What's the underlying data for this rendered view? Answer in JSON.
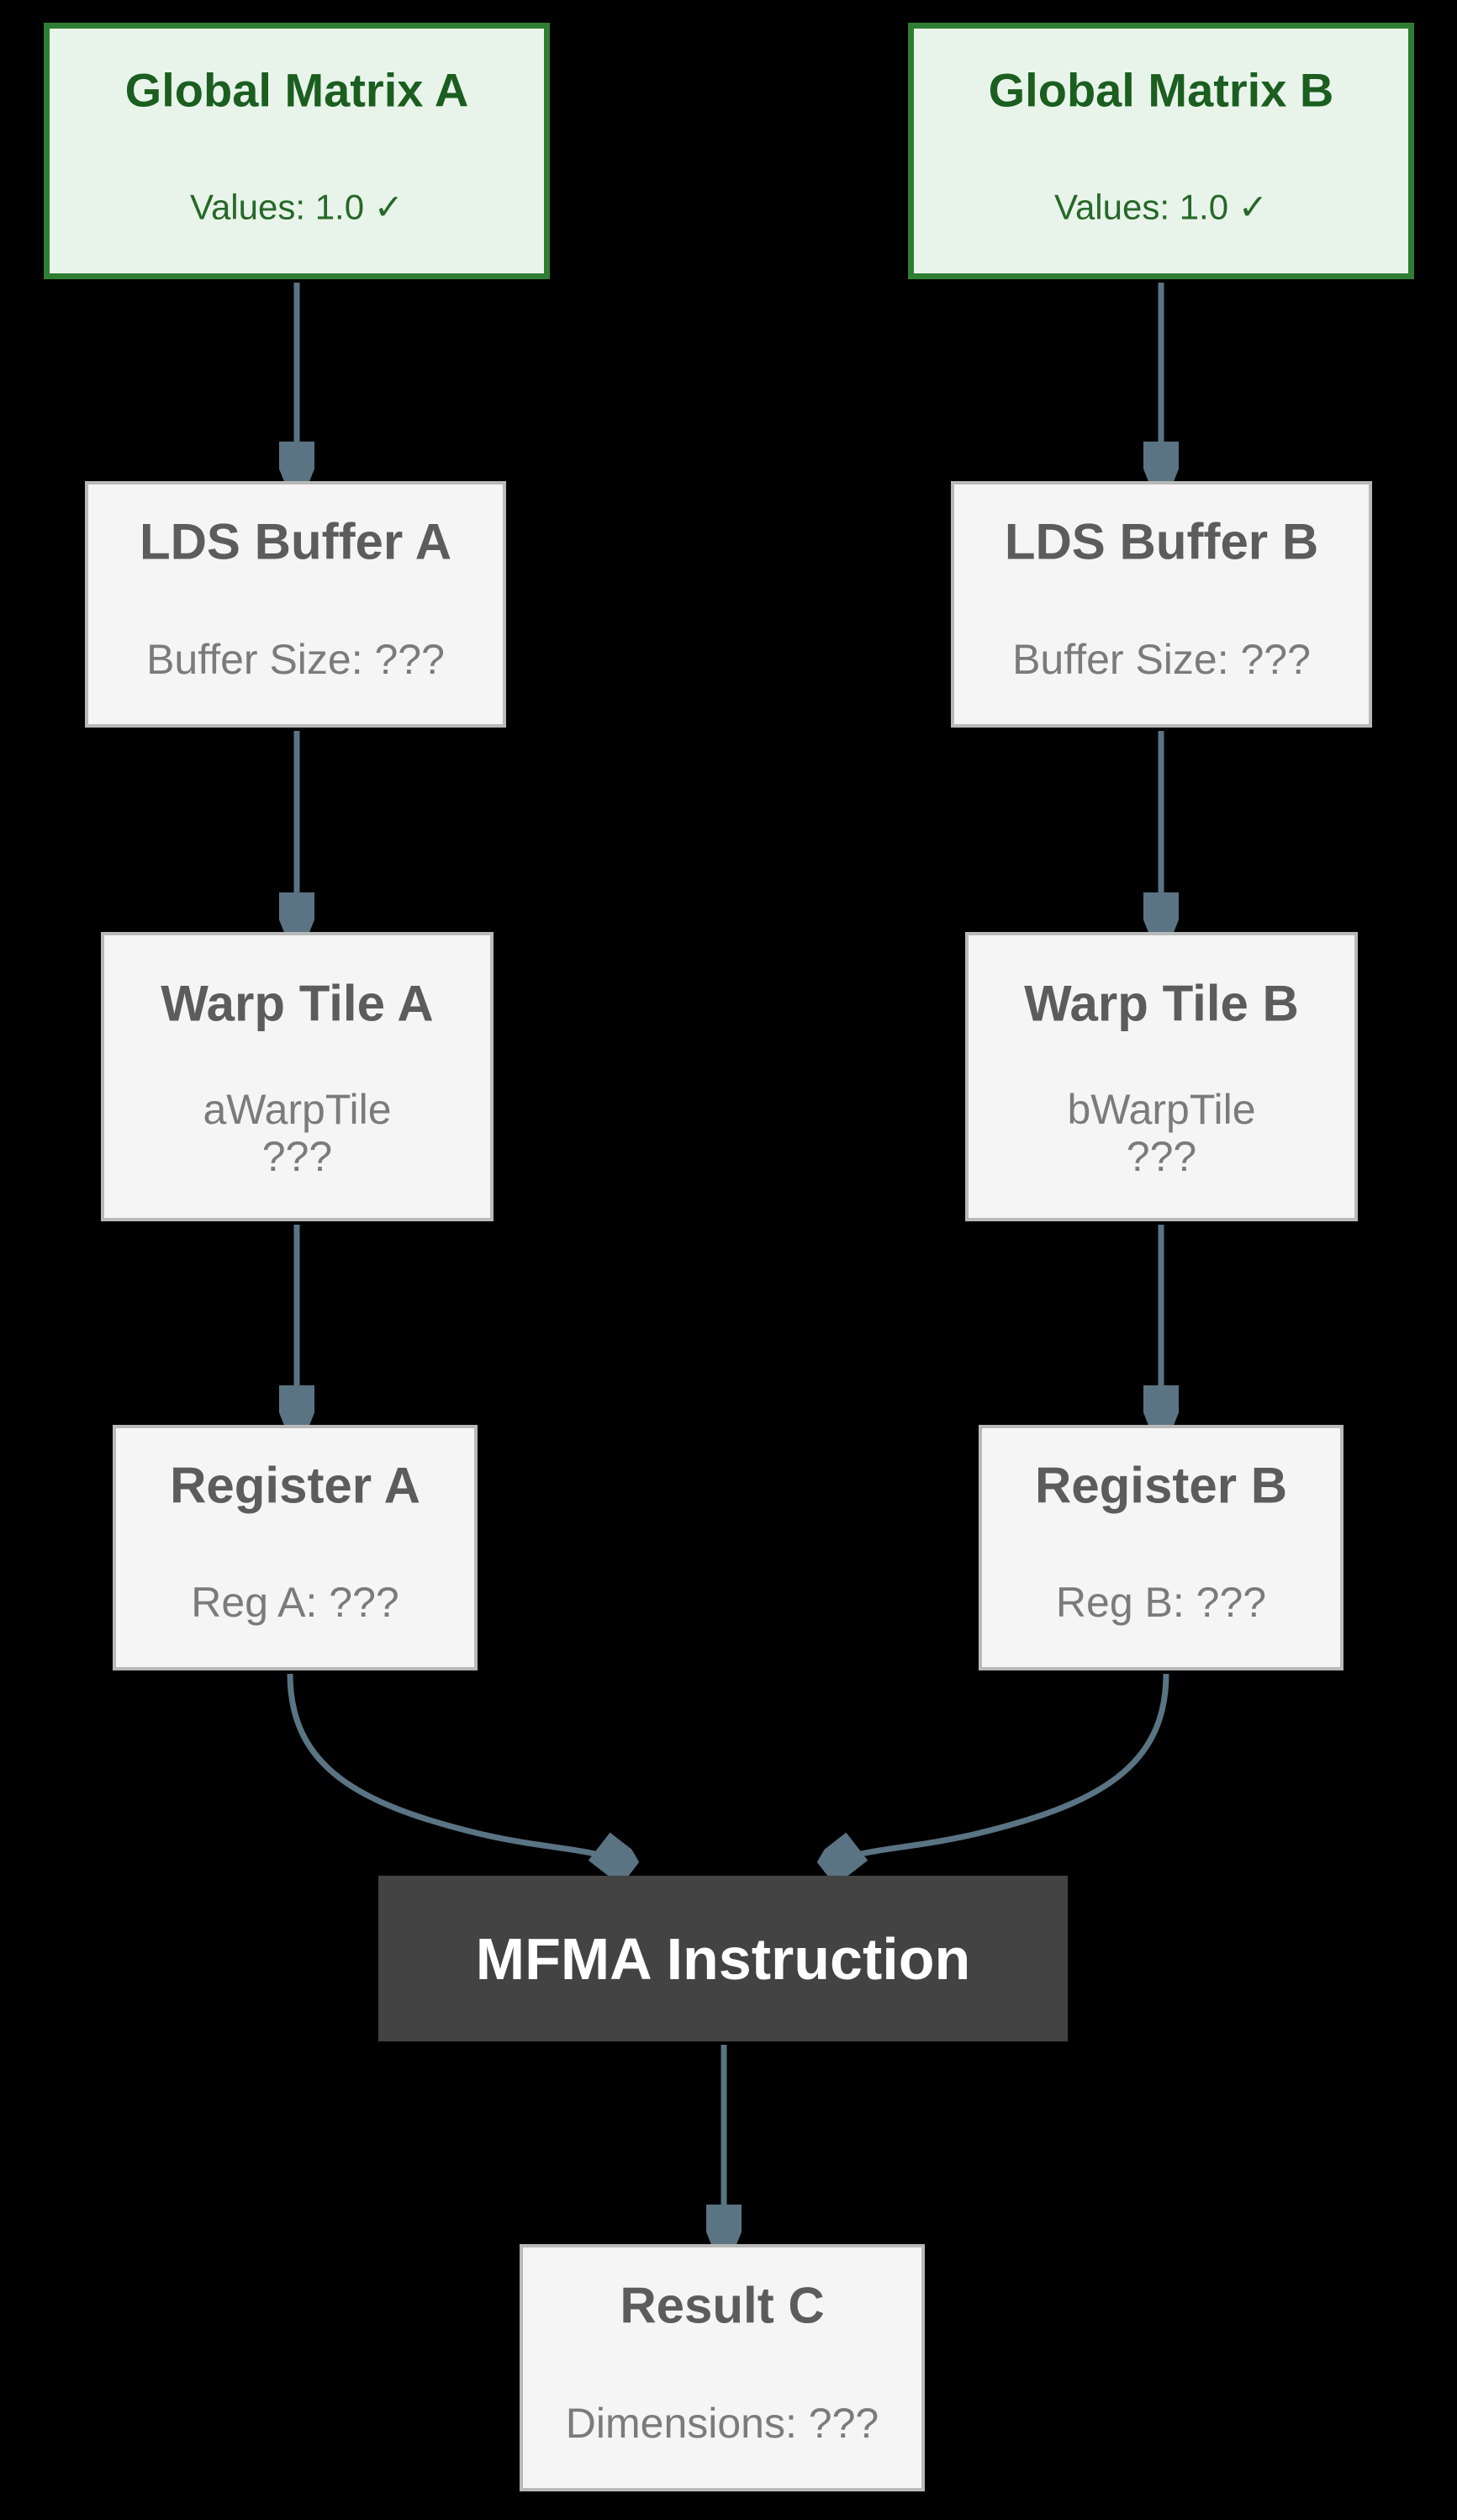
{
  "colors": {
    "bg": "#000000",
    "arrow": "#5a7483",
    "green_fill": "#e8f4ea",
    "green_border": "#2f7d33",
    "green_title": "#1b5e20",
    "green_body": "#266829",
    "gray_fill": "#f5f5f5",
    "gray_border": "#b9b9b9",
    "gray_title": "#5c5c5c",
    "gray_body": "#7b7b7b",
    "dark_fill": "#434343",
    "dark_text": "#ffffff"
  },
  "nodes": {
    "global_a": {
      "title": "Global Matrix A",
      "body": "Values: 1.0 ✓"
    },
    "global_b": {
      "title": "Global Matrix B",
      "body": "Values: 1.0 ✓"
    },
    "lds_a": {
      "title": "LDS Buffer A",
      "body": "Buffer Size: ???"
    },
    "lds_b": {
      "title": "LDS Buffer B",
      "body": "Buffer Size: ???"
    },
    "warp_a": {
      "title": "Warp Tile A",
      "body_line1": "aWarpTile",
      "body_line2": "???"
    },
    "warp_b": {
      "title": "Warp Tile B",
      "body_line1": "bWarpTile",
      "body_line2": "???"
    },
    "reg_a": {
      "title": "Register A",
      "body": "Reg A: ???"
    },
    "reg_b": {
      "title": "Register B",
      "body": "Reg B: ???"
    },
    "mfma": {
      "title": "MFMA Instruction"
    },
    "result_c": {
      "title": "Result C",
      "body": "Dimensions: ???"
    }
  },
  "edges": [
    {
      "from": "global-matrix-a",
      "to": "lds-buffer-a"
    },
    {
      "from": "global-matrix-b",
      "to": "lds-buffer-b"
    },
    {
      "from": "lds-buffer-a",
      "to": "warp-tile-a"
    },
    {
      "from": "lds-buffer-b",
      "to": "warp-tile-b"
    },
    {
      "from": "warp-tile-a",
      "to": "register-a"
    },
    {
      "from": "warp-tile-b",
      "to": "register-b"
    },
    {
      "from": "register-a",
      "to": "mfma-instruction"
    },
    {
      "from": "register-b",
      "to": "mfma-instruction"
    },
    {
      "from": "mfma-instruction",
      "to": "result-c"
    }
  ]
}
